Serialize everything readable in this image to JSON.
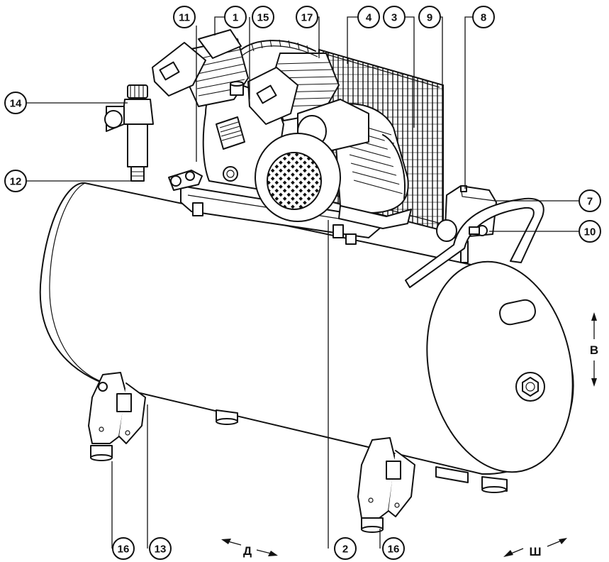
{
  "callouts": [
    {
      "id": "c11",
      "label": "11"
    },
    {
      "id": "c1",
      "label": "1"
    },
    {
      "id": "c15",
      "label": "15"
    },
    {
      "id": "c17",
      "label": "17"
    },
    {
      "id": "c4",
      "label": "4"
    },
    {
      "id": "c3",
      "label": "3"
    },
    {
      "id": "c9",
      "label": "9"
    },
    {
      "id": "c8",
      "label": "8"
    },
    {
      "id": "c14",
      "label": "14"
    },
    {
      "id": "c12",
      "label": "12"
    },
    {
      "id": "c7",
      "label": "7"
    },
    {
      "id": "c10",
      "label": "10"
    },
    {
      "id": "c16a",
      "label": "16"
    },
    {
      "id": "c13",
      "label": "13"
    },
    {
      "id": "c2",
      "label": "2"
    },
    {
      "id": "c16b",
      "label": "16"
    }
  ],
  "dimensions": {
    "length": "Д",
    "width": "Ш",
    "height": "В"
  },
  "colors": {
    "ink": "#111111",
    "paper": "#ffffff"
  }
}
